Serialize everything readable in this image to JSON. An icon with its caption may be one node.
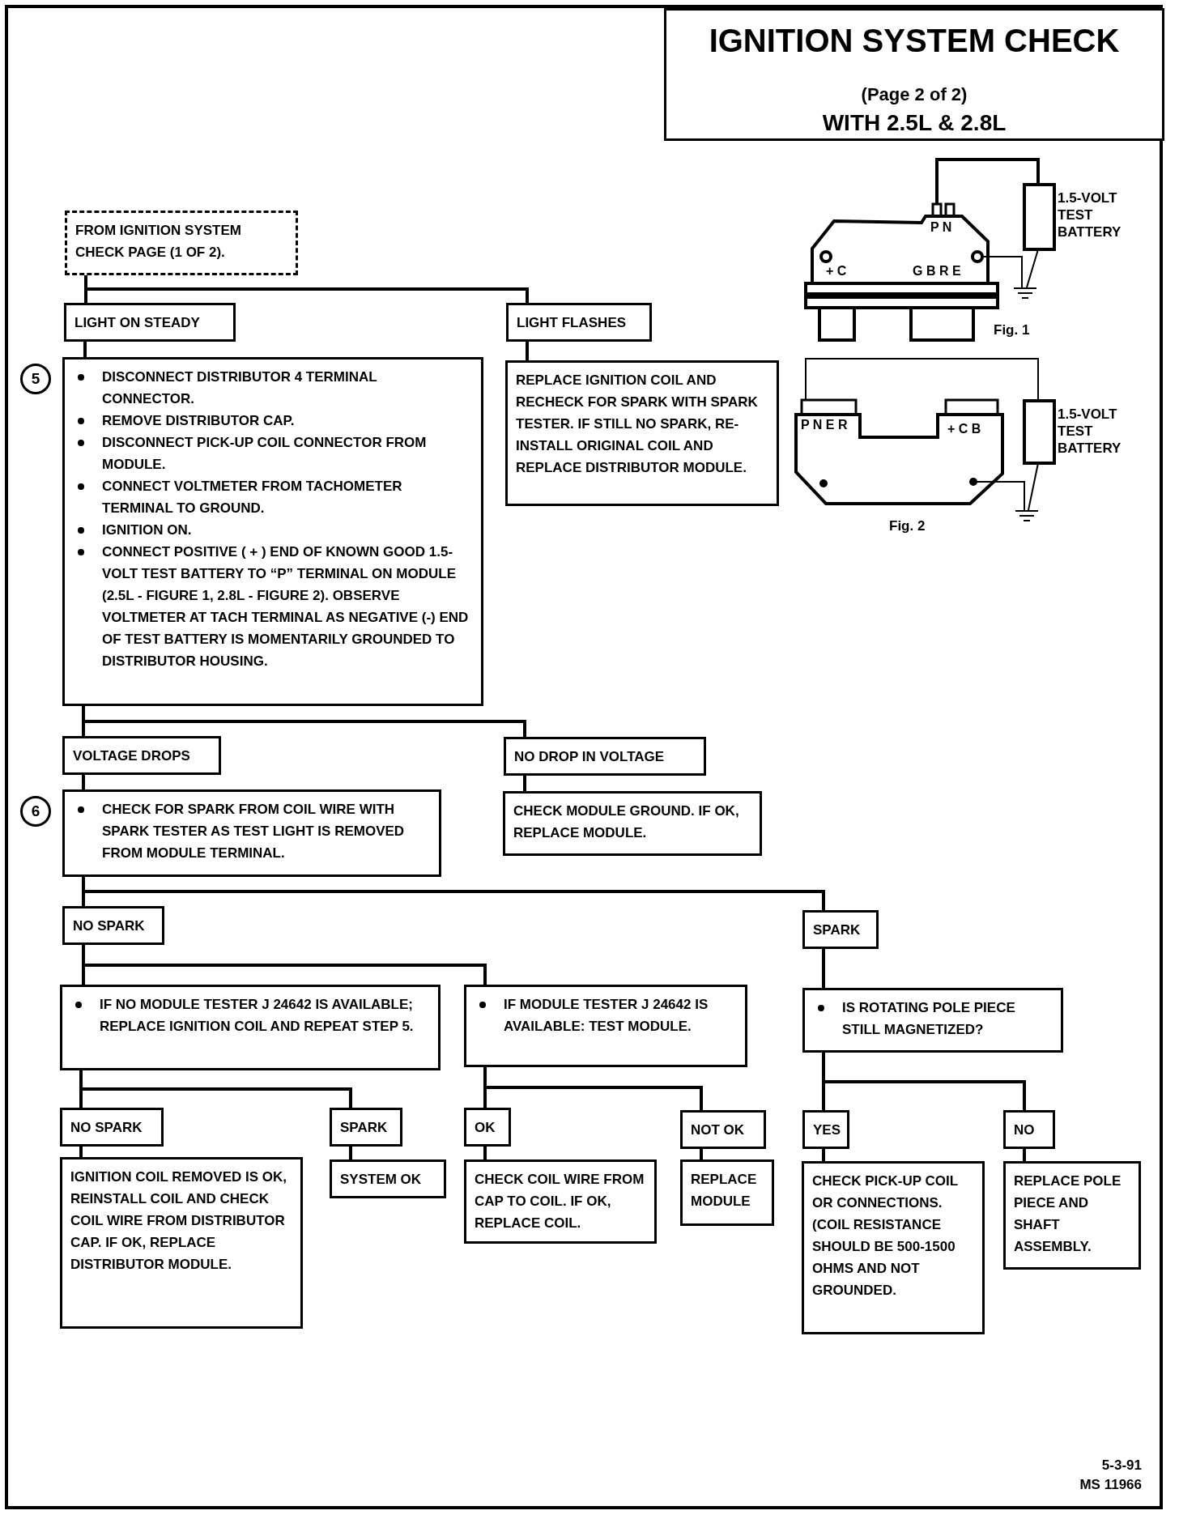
{
  "diagram": {
    "title": "IGNITION SYSTEM CHECK",
    "nodes": [
      {
        "text": [
          "FROM IGNITION SYSTEM CHECK PAGE (1 OF 2)."
        ]
      },
      {
        "text": [
          "LIGHT ON STEADY"
        ]
      },
      {
        "text": [
          "LIGHT FLASHES"
        ]
      },
      {
        "text": [
          "DISCONNECT DISTRIBUTOR 4 TERMINAL CONNECTOR.",
          "REMOVE DISTRIBUTOR CAP.",
          "DISCONNECT PICK-UP COIL CONNECTOR FROM MODULE.",
          "CONNECT VOLTMETER FROM TACHOMETER TERMINAL TO GROUND.",
          "IGNITION ON.",
          "CONNECT POSITIVE ( + ) END OF KNOWN GOOD 1.5-VOLT TEST BATTERY TO “P” TERMINAL ON MODULE (2.5L - FIGURE 1, 2.8L - FIGURE 2). OBSERVE VOLTMETER AT TACH TERMINAL AS NEGATIVE (-) END OF TEST BATTERY IS MOMENTARILY GROUNDED TO DISTRIBUTOR HOUSING."
        ],
        "beside": [
          "5"
        ]
      },
      {
        "text": [
          "REPLACE IGNITION COIL AND RECHECK FOR SPARK WITH SPARK TESTER. IF STILL NO SPARK, RE-INSTALL ORIGINAL COIL AND REPLACE DISTRIBUTOR MODULE."
        ]
      },
      {
        "text": [
          "VOLTAGE DROPS"
        ]
      },
      {
        "text": [
          "NO DROP IN VOLTAGE"
        ]
      },
      {
        "text": [
          "CHECK FOR SPARK FROM COIL WIRE WITH SPARK TESTER AS TEST LIGHT IS REMOVED FROM MODULE TERMINAL."
        ],
        "beside": [
          "6"
        ]
      },
      {
        "text": [
          "CHECK MODULE GROUND. IF OK, REPLACE MODULE."
        ]
      },
      {
        "text": [
          "NO SPARK"
        ]
      },
      {
        "text": [
          "SPARK"
        ]
      },
      {
        "text": [
          "IF NO MODULE TESTER J 24642 IS AVAILABLE; REPLACE IGNITION COIL AND REPEAT STEP 5."
        ]
      },
      {
        "text": [
          "IF MODULE TESTER J 24642 IS AVAILABLE: TEST MODULE."
        ]
      },
      {
        "text": [
          "IS ROTATING POLE PIECE STILL MAGNETIZED?"
        ]
      },
      {
        "text": [
          "NO SPARK"
        ]
      },
      {
        "text": [
          "SPARK"
        ]
      },
      {
        "text": [
          "OK"
        ]
      },
      {
        "text": [
          "NOT OK"
        ]
      },
      {
        "text": [
          "YES"
        ]
      },
      {
        "text": [
          "NO"
        ]
      },
      {
        "text": [
          "IGNITION COIL REMOVED IS OK, REINSTALL COIL AND CHECK COIL WIRE FROM DISTRIBUTOR CAP. IF OK, REPLACE DISTRIBUTOR MODULE."
        ]
      },
      {
        "text": [
          "SYSTEM OK"
        ]
      },
      {
        "text": [
          "CHECK COIL WIRE FROM CAP TO COIL. IF OK, REPLACE COIL."
        ]
      },
      {
        "text": [
          "REPLACE MODULE"
        ]
      },
      {
        "text": [
          "CHECK PICK-UP COIL OR CONNECTIONS. (COIL RESISTANCE SHOULD BE 500-1500 OHMS AND NOT GROUNDED."
        ]
      },
      {
        "text": [
          "REPLACE POLE PIECE AND SHAFT ASSEMBLY."
        ]
      }
    ],
    "edges": [
      {
        "from": 0,
        "to": 1,
        "arrow": "none"
      },
      {
        "from": 0,
        "to": 2,
        "arrow": "none"
      },
      {
        "from": 1,
        "to": 3,
        "arrow": "none"
      },
      {
        "from": 2,
        "to": 4,
        "arrow": "none"
      },
      {
        "from": 3,
        "to": 5,
        "arrow": "none"
      },
      {
        "from": 3,
        "to": 6,
        "arrow": "none"
      },
      {
        "from": 5,
        "to": 7,
        "arrow": "none"
      },
      {
        "from": 6,
        "to": 8,
        "arrow": "none"
      },
      {
        "from": 7,
        "to": 9,
        "arrow": "none"
      },
      {
        "from": 7,
        "to": 10,
        "arrow": "none"
      },
      {
        "from": 9,
        "to": 11,
        "arrow": "none"
      },
      {
        "from": 9,
        "to": 12,
        "arrow": "none"
      },
      {
        "from": 10,
        "to": 13,
        "arrow": "none"
      },
      {
        "from": 11,
        "to": 14,
        "arrow": "none"
      },
      {
        "from": 11,
        "to": 15,
        "arrow": "none"
      },
      {
        "from": 12,
        "to": 16,
        "arrow": "none"
      },
      {
        "from": 12,
        "to": 17,
        "arrow": "none"
      },
      {
        "from": 13,
        "to": 18,
        "arrow": "none"
      },
      {
        "from": 13,
        "to": 19,
        "arrow": "none"
      },
      {
        "from": 14,
        "to": 20,
        "arrow": "none"
      },
      {
        "from": 15,
        "to": 21,
        "arrow": "none"
      },
      {
        "from": 16,
        "to": 22,
        "arrow": "none"
      },
      {
        "from": 17,
        "to": 23,
        "arrow": "none"
      },
      {
        "from": 18,
        "to": 24,
        "arrow": "none"
      },
      {
        "from": 19,
        "to": 25,
        "arrow": "none"
      }
    ],
    "labels": [
      "(Page 2 of 2)",
      "WITH 2.5L & 2.8L",
      "P N",
      "1.5-VOLT TEST BATTERY",
      "+ C",
      "G B R E",
      "Fig. 1",
      "P N E R",
      "+ C B",
      "1.5-VOLT TEST BATTERY",
      "Fig. 2",
      "5-3-91",
      "MS 11966"
    ]
  }
}
